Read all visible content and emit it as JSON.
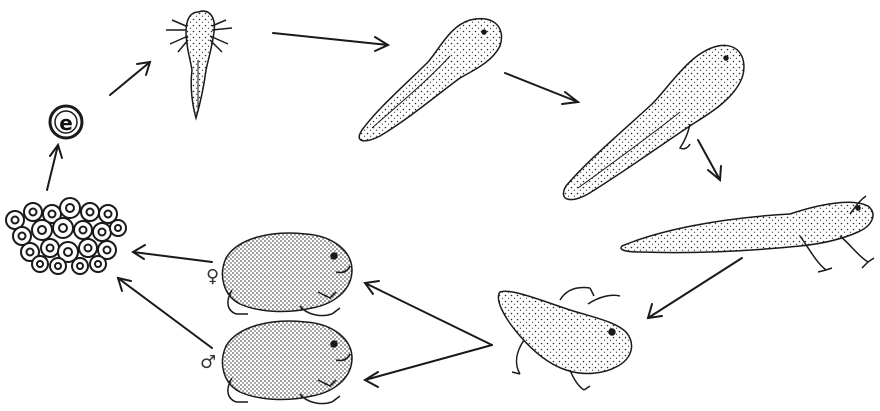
{
  "colors": {
    "ink": "#1a1a1a",
    "fill": "#ffffff",
    "stipple": "#2b2b2b"
  },
  "stages": [
    {
      "id": "egg-mass",
      "icon": "frogspawn-icon"
    },
    {
      "id": "single-egg",
      "icon": "egg-icon",
      "label": "e"
    },
    {
      "id": "gilled-larva",
      "icon": "external-gill-tadpole-icon"
    },
    {
      "id": "tadpole",
      "icon": "tadpole-icon"
    },
    {
      "id": "tadpole-hind-legs",
      "icon": "tadpole-hindlegs-icon"
    },
    {
      "id": "froglet-tail",
      "icon": "froglet-with-tail-icon"
    },
    {
      "id": "young-frog",
      "icon": "young-frog-icon"
    },
    {
      "id": "adult-female",
      "icon": "adult-frog-icon",
      "sex_symbol": "♀"
    },
    {
      "id": "adult-male",
      "icon": "adult-frog-icon",
      "sex_symbol": "♂"
    }
  ]
}
